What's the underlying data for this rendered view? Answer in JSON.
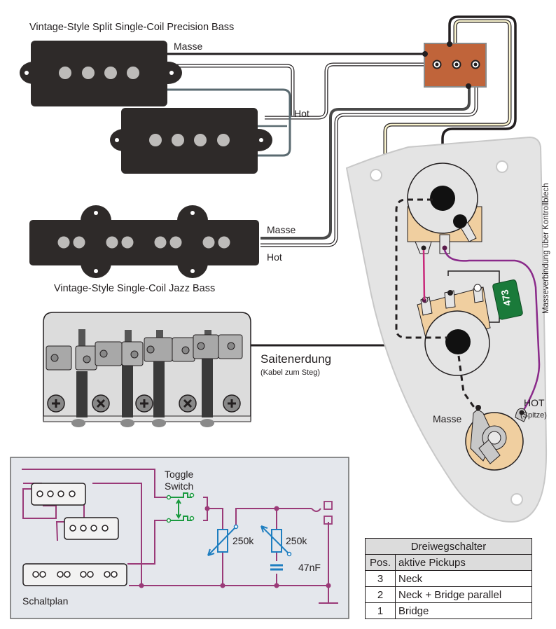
{
  "labels": {
    "precision_title": "Vintage-Style Split Single-Coil Precision Bass",
    "jazz_title": "Vintage-Style Single-Coil Jazz Bass",
    "p_masse": "Masse",
    "p_hot": "Hot",
    "j_masse": "Masse",
    "j_hot": "Hot",
    "saitenerdung": "Saitenerdung",
    "kabel_zum_steg": "(Kabel zum Steg)",
    "masseverbindung": "Masseverbindung über Kontrollblech",
    "cap_value": "473",
    "jack_masse": "Masse",
    "jack_hot": "HOT",
    "jack_spitze": "(Spitze)"
  },
  "schematic": {
    "toggle_line1": "Toggle",
    "toggle_line2": "Switch",
    "vol_pot": "250k",
    "tone_pot": "250k",
    "capacitor": "47nF",
    "caption": "Schaltplan"
  },
  "table": {
    "title": "Dreiwegschalter",
    "col_pos": "Pos.",
    "col_active": "aktive Pickups",
    "rows": [
      {
        "pos": "3",
        "active": "Neck"
      },
      {
        "pos": "2",
        "active": "Neck + Bridge parallel"
      },
      {
        "pos": "1",
        "active": "Bridge"
      }
    ]
  },
  "colors": {
    "pickup": "#2e2a29",
    "polepiece": "#bdbbb9",
    "switch_body": "#c0643a",
    "plate": "#e4e4e4",
    "pot_base": "#f0cfa0",
    "capacitor": "#1a7a3a",
    "wire_magenta": "#c8287a",
    "wire_purple": "#8a2a8a",
    "schematic_bg": "#e4e7ec",
    "schematic_wire": "#9a3a78",
    "schematic_pot": "#1e7ec0",
    "schematic_switch": "#1a9a40"
  }
}
